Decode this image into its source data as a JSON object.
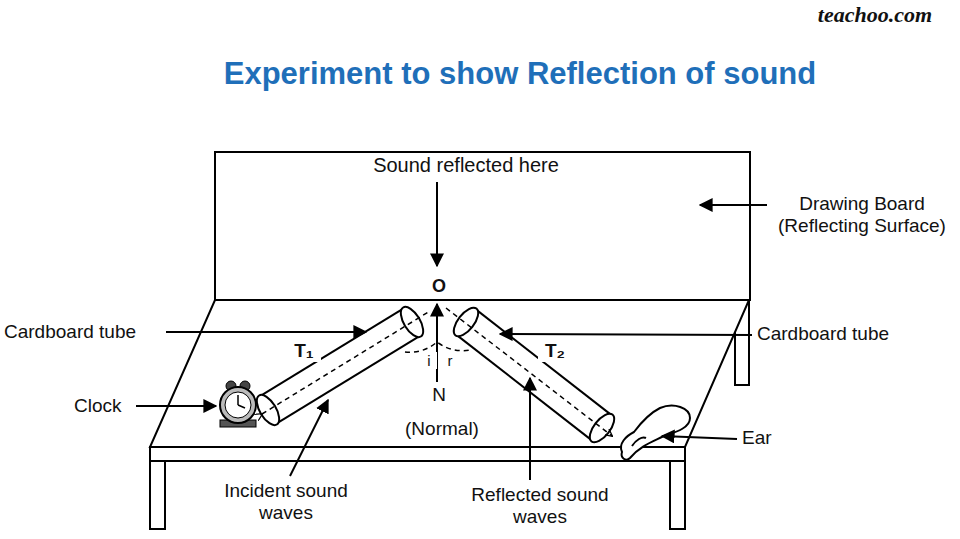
{
  "diagram": {
    "title": "Experiment to show Reflection of sound",
    "labels": [
      "teachoo.com",
      "Sound reflected here",
      "O",
      "Drawing Board (Reflecting Surface)",
      "Cardboard tube",
      "Cardboard tube",
      "T₁",
      "T₂",
      "i",
      "r",
      "N",
      "(Normal)",
      "Clock",
      "Ear",
      "Incident sound waves",
      "Reflected sound waves"
    ]
  }
}
